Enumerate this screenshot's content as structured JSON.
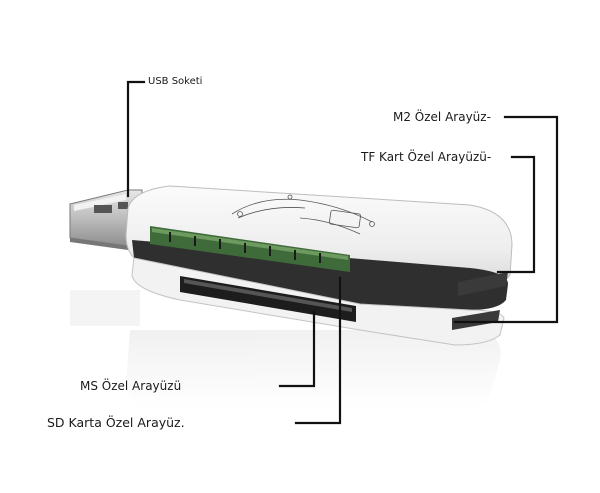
{
  "callouts": {
    "usb": "USB Soketi",
    "m2": "M2 Özel Arayüz-",
    "tf": "TF Kart Özel Arayüzü-",
    "ms": "MS Özel Arayüzü",
    "sd": "SD Karta Özel Arayüz."
  },
  "colors": {
    "leader_line": "#111111",
    "device_body": "#f4f4f4",
    "device_edge": "#2a2a2a",
    "usb_metal": "#c9c9c9",
    "pcb_green": "#3f6b3a"
  },
  "icons": [
    "card-reader-device",
    "usb-plug"
  ]
}
